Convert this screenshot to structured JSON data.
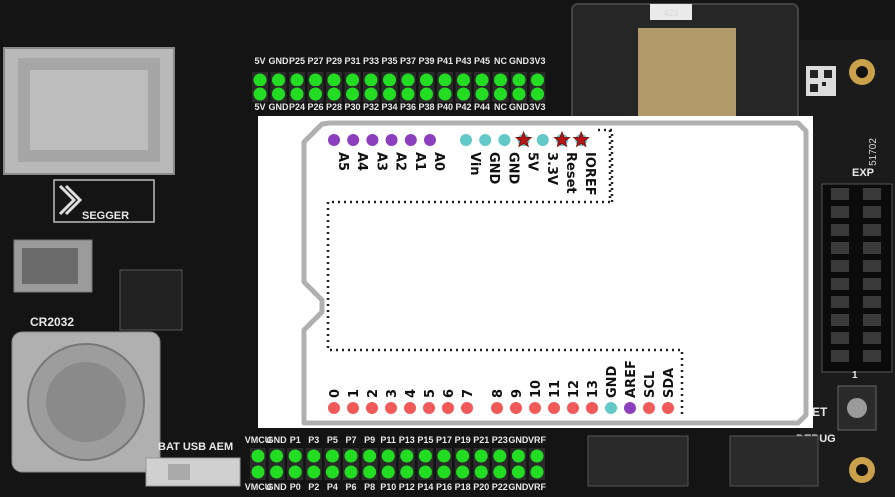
{
  "board": {
    "top_header_upper": [
      "5V",
      "GND",
      "P25",
      "P27",
      "P29",
      "P31",
      "P33",
      "P35",
      "P37",
      "P39",
      "P41",
      "P43",
      "P45",
      "NC",
      "GND",
      "3V3"
    ],
    "top_header_lower": [
      "5V",
      "GND",
      "P24",
      "P26",
      "P28",
      "P30",
      "P32",
      "P34",
      "P36",
      "P38",
      "P40",
      "P42",
      "P44",
      "NC",
      "GND",
      "3V3"
    ],
    "bottom_header_upper": [
      "VMCU",
      "GND",
      "P1",
      "P3",
      "P5",
      "P7",
      "P9",
      "P11",
      "P13",
      "P15",
      "P17",
      "P19",
      "P21",
      "P23",
      "GND",
      "VRF"
    ],
    "bottom_header_lower": [
      "VMCU",
      "GND",
      "P0",
      "P2",
      "P4",
      "P6",
      "P8",
      "P10",
      "P12",
      "P14",
      "P16",
      "P18",
      "P20",
      "P22",
      "GND",
      "VRF"
    ],
    "logo_text": "SEGGER",
    "battery_text": "CR2032",
    "module_text": "423",
    "exp_text": "EXP",
    "bat_usb_aem_text": "BAT USB AEM",
    "debug_text": "DEBUG",
    "reset_fragment": "ET",
    "serial_text": "51702",
    "one_text": "1",
    "colors": {
      "pcb": "#141414",
      "header_green": "#22dd22",
      "silk": "#e8e8e8"
    }
  },
  "shield": {
    "analog_pins": [
      "A5",
      "A4",
      "A3",
      "A2",
      "A1",
      "A0"
    ],
    "power_pins": [
      "Vin",
      "GND",
      "GND",
      "5V",
      "3.3V",
      "Reset",
      "IOREF"
    ],
    "star_pins": [
      "5V",
      "Reset",
      "IOREF"
    ],
    "digital_pins": [
      "0",
      "1",
      "2",
      "3",
      "4",
      "5",
      "6",
      "7",
      "8",
      "9",
      "10",
      "11",
      "12",
      "13"
    ],
    "misc_pins": [
      "GND",
      "AREF",
      "SCL",
      "SDA"
    ],
    "colors": {
      "analog": "#8b3fbe",
      "power": "#62c8c8",
      "digital": "#f25a5a",
      "aref": "#8b3fbe",
      "star": "#b51515",
      "outline": "#b0b0b0",
      "dotted": "#222222",
      "background": "#ffffff"
    }
  }
}
